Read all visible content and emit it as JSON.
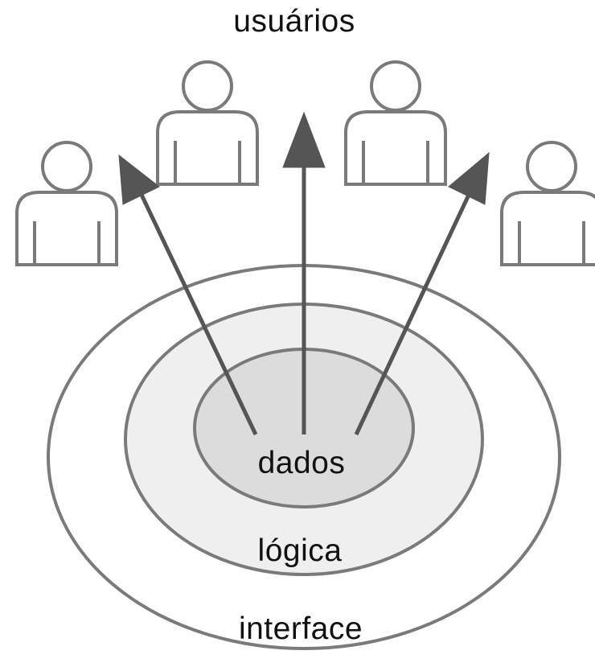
{
  "title": "usuários",
  "layers": [
    {
      "key": "interface",
      "label": "interface",
      "fill": "#ffffff"
    },
    {
      "key": "logica",
      "label": "lógica",
      "fill": "#efefef"
    },
    {
      "key": "dados",
      "label": "dados",
      "fill": "#dcdcdc"
    }
  ],
  "users_count": 4,
  "arrows_count": 3,
  "colors": {
    "ring_stroke": "#7a7a7a",
    "arrow": "#555555",
    "text": "#111111",
    "background": "#ffffff"
  }
}
